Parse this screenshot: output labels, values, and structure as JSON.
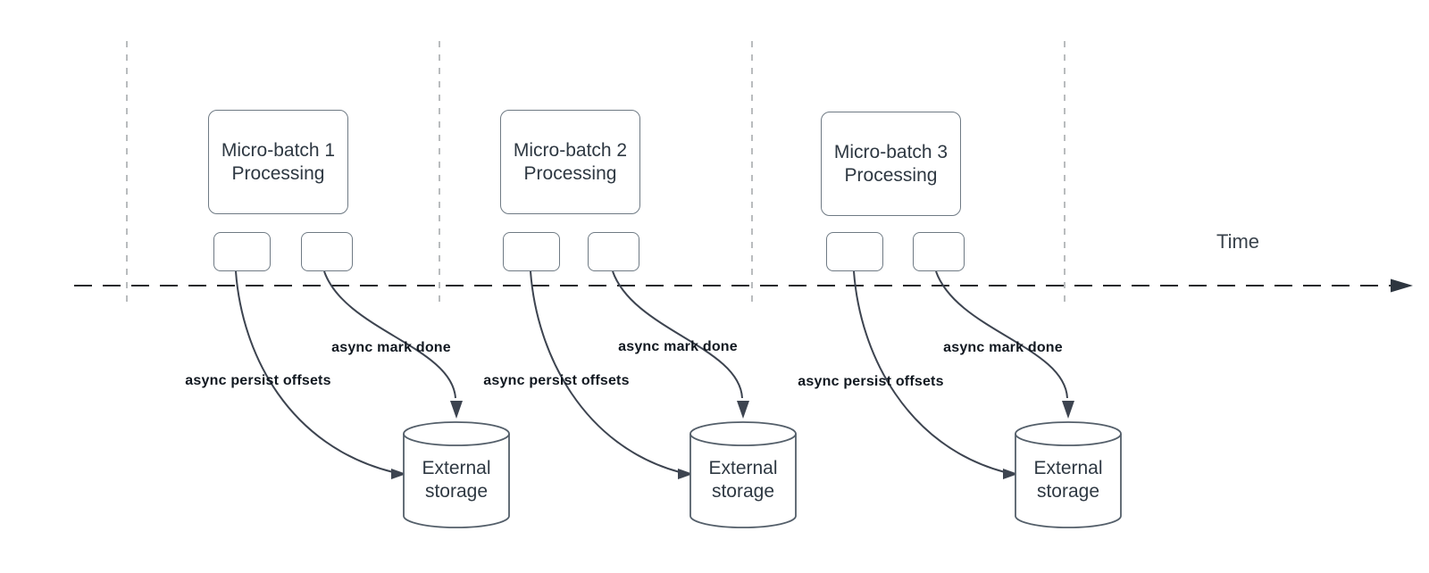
{
  "time_axis": {
    "label": "Time"
  },
  "batches": [
    {
      "box_title_line1": "Micro-batch 1",
      "box_title_line2": "Processing",
      "persist_arrow_label": "async persist offsets",
      "mark_done_arrow_label": "async mark done",
      "storage_line1": "External",
      "storage_line2": "storage"
    },
    {
      "box_title_line1": "Micro-batch 2",
      "box_title_line2": "Processing",
      "persist_arrow_label": "async persist offsets",
      "mark_done_arrow_label": "async mark done",
      "storage_line1": "External",
      "storage_line2": "storage"
    },
    {
      "box_title_line1": "Micro-batch 3",
      "box_title_line2": "Processing",
      "persist_arrow_label": "async persist offsets",
      "mark_done_arrow_label": "async mark done",
      "storage_line1": "External",
      "storage_line2": "storage"
    }
  ],
  "colors": {
    "background": "#ffffff",
    "node_border": "#6f7a84",
    "cylinder_border": "#545f6a",
    "arrow_stroke": "#3d4450",
    "timeline_stroke": "#24282c",
    "gridline_stroke": "#b9bcbe",
    "node_text": "#2e3842",
    "arrow_label_text": "#111820"
  }
}
